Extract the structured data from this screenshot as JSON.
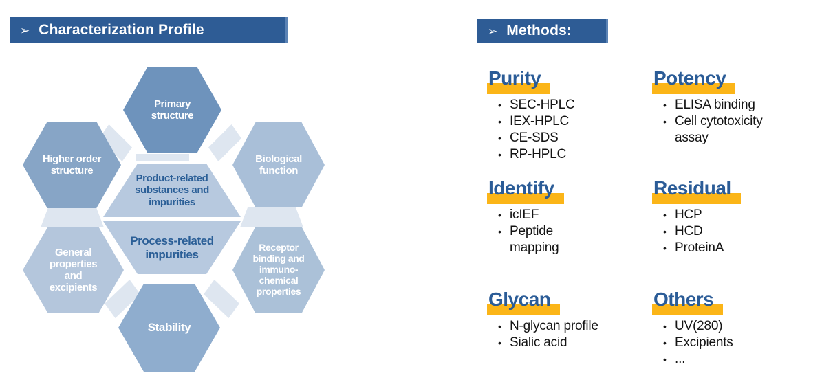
{
  "palette": {
    "banner_bg": "#2E5C95",
    "banner_edge": "#5B83B5",
    "banner_text": "#FFFFFF",
    "heading_blue": "#2B5C97",
    "highlight_yellow": "#FBB518",
    "bullet_text": "#141414",
    "hex_primary": "#6E93BC",
    "hex_higher_order": "#87A5C6",
    "hex_biological": "#A9BFD8",
    "hex_general": "#B4C6DC",
    "hex_stability": "#8FADCE",
    "hex_receptor": "#ABC1D8",
    "hex_center": "#B7C9DF",
    "connector": "#DEE6F0",
    "hex_label_white": "#FFFFFF",
    "hex_label_blue": "#2B5F97"
  },
  "left_banner": {
    "arrow": "➢",
    "title": "Characterization Profile"
  },
  "methods_banner": {
    "arrow": "➢",
    "title": "Methods:"
  },
  "diagram": {
    "hexagons": [
      {
        "id": "primary",
        "label": "Primary\nstructure",
        "color": "hex_primary",
        "text_color": "white"
      },
      {
        "id": "higher-order",
        "label": "Higher order\nstructure",
        "color": "hex_higher_order",
        "text_color": "white"
      },
      {
        "id": "biological",
        "label": "Biological\nfunction",
        "color": "hex_biological",
        "text_color": "white"
      },
      {
        "id": "general",
        "label": "General\nproperties\nand\nexcipients",
        "color": "hex_general",
        "text_color": "white"
      },
      {
        "id": "stability",
        "label": "Stability",
        "color": "hex_stability",
        "text_color": "white"
      },
      {
        "id": "receptor",
        "label": "Receptor\nbinding and\nimmuno-\nchemical\nproperties",
        "color": "hex_receptor",
        "text_color": "white"
      },
      {
        "id": "center-top",
        "label": "Product-related\nsubstances and\nimpurities",
        "color": "hex_center",
        "text_color": "blue"
      },
      {
        "id": "center-bottom",
        "label": "Process-related\nimpurities",
        "color": "hex_center",
        "text_color": "blue"
      }
    ]
  },
  "methods": {
    "bullet_char": "•",
    "sections": [
      {
        "id": "purity",
        "heading": "Purity",
        "items": [
          {
            "bullet": true,
            "text": "SEC-HPLC"
          },
          {
            "bullet": true,
            "text": "IEX-HPLC"
          },
          {
            "bullet": true,
            "text": "CE-SDS"
          },
          {
            "bullet": true,
            "text": "RP-HPLC"
          }
        ]
      },
      {
        "id": "potency",
        "heading": "Potency",
        "items": [
          {
            "bullet": true,
            "text": "ELISA binding"
          },
          {
            "bullet": true,
            "text": "Cell cytotoxicity"
          },
          {
            "bullet": false,
            "text": "assay"
          }
        ]
      },
      {
        "id": "identify",
        "heading": "Identify",
        "items": [
          {
            "bullet": true,
            "text": "icIEF"
          },
          {
            "bullet": true,
            "text": "Peptide"
          },
          {
            "bullet": false,
            "text": "mapping"
          }
        ]
      },
      {
        "id": "residual",
        "heading": "Residual",
        "items": [
          {
            "bullet": true,
            "text": "HCP"
          },
          {
            "bullet": true,
            "text": "HCD"
          },
          {
            "bullet": true,
            "text": "ProteinA"
          }
        ]
      },
      {
        "id": "glycan",
        "heading": "Glycan",
        "items": [
          {
            "bullet": true,
            "text": "N-glycan profile"
          },
          {
            "bullet": true,
            "text": "Sialic acid"
          }
        ]
      },
      {
        "id": "others",
        "heading": "Others",
        "items": [
          {
            "bullet": true,
            "text": "UV(280)"
          },
          {
            "bullet": true,
            "text": "Excipients"
          },
          {
            "bullet": true,
            "text": "..."
          }
        ]
      }
    ]
  }
}
